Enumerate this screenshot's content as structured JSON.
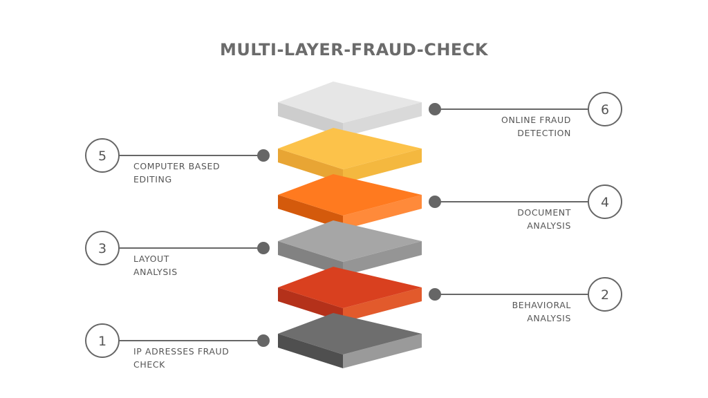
{
  "title": "MULTI-LAYER-FRAUD-CHECK",
  "layers": [
    {
      "number": "6",
      "label": [
        "ONLINE FRAUD",
        "DETECTION"
      ],
      "side": "right",
      "colors": {
        "top": "#e6e6e6",
        "left": "#cdcdcd",
        "right": "#d9d9d9"
      }
    },
    {
      "number": "5",
      "label": [
        "COMPUTER BASED",
        "EDITING"
      ],
      "side": "left",
      "colors": {
        "top": "#fcc24a",
        "left": "#e8a534",
        "right": "#f4b83f"
      }
    },
    {
      "number": "4",
      "label": [
        "DOCUMENT",
        "ANALYSIS"
      ],
      "side": "right",
      "colors": {
        "top": "#ff7a1f",
        "left": "#d45a0c",
        "right": "#ff8a3a"
      }
    },
    {
      "number": "3",
      "label": [
        "LAYOUT",
        "ANALYSIS"
      ],
      "side": "left",
      "colors": {
        "top": "#a6a6a6",
        "left": "#828282",
        "right": "#959595"
      }
    },
    {
      "number": "2",
      "label": [
        "BEHAVIORAL",
        "ANALYSIS"
      ],
      "side": "right",
      "colors": {
        "top": "#d9401f",
        "left": "#b4311a",
        "right": "#e25a2c"
      }
    },
    {
      "number": "1",
      "label": [
        "IP ADRESSES FRAUD",
        "CHECK"
      ],
      "side": "left",
      "colors": {
        "top": "#6e6e6e",
        "left": "#4f4f4f",
        "right": "#9a9a9a"
      }
    }
  ],
  "connector_color": "#666666"
}
